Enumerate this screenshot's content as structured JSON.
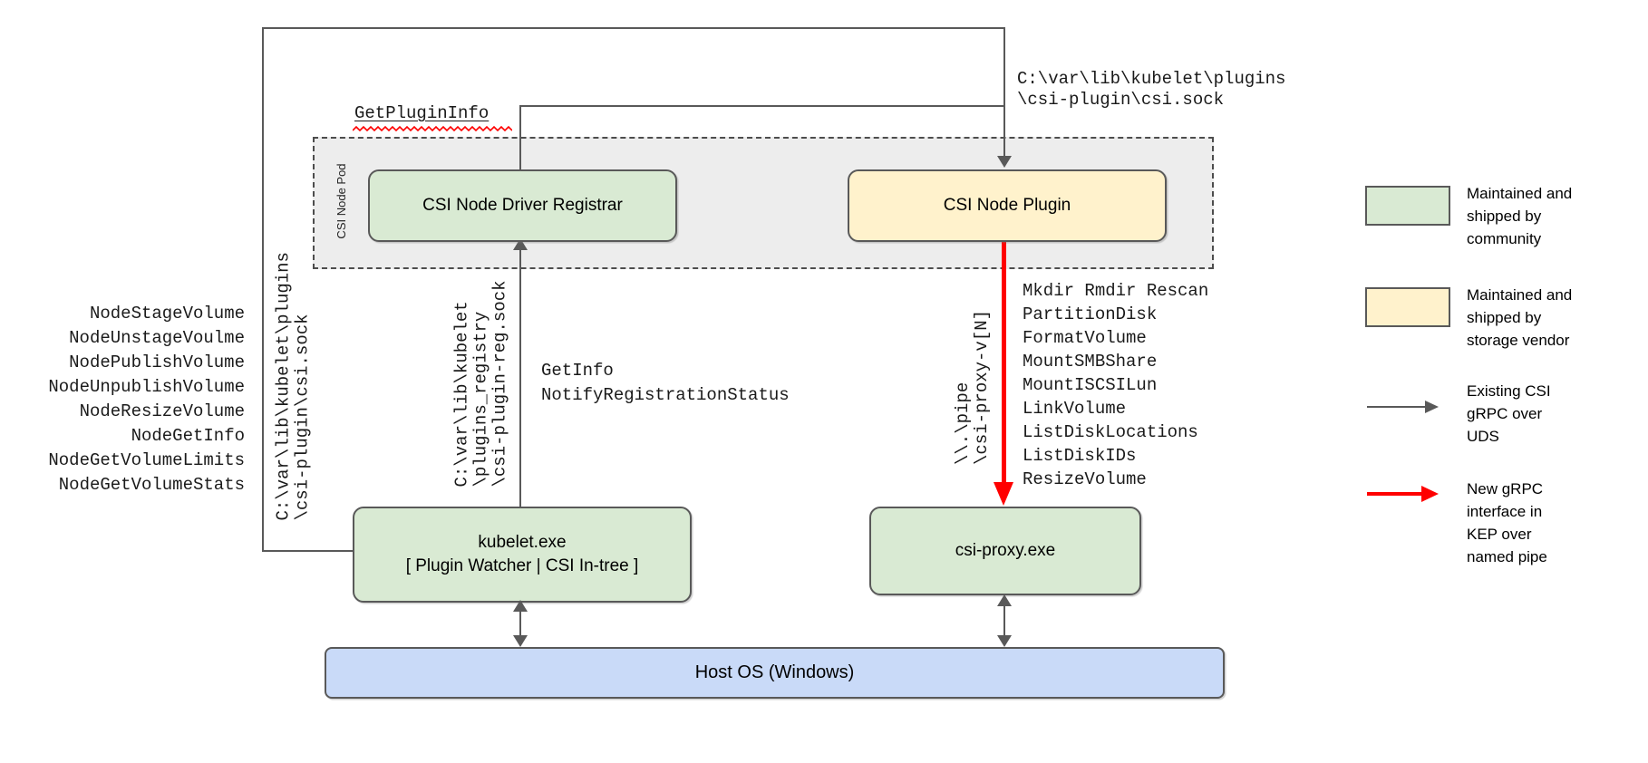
{
  "pod": {
    "label": "CSI Node Pod"
  },
  "boxes": {
    "registrar": {
      "label": "CSI Node Driver Registrar"
    },
    "plugin": {
      "label": "CSI Node Plugin"
    },
    "kubelet": {
      "line1": "kubelet.exe",
      "line2": "[ Plugin Watcher | CSI In-tree ]"
    },
    "csi_proxy": {
      "label": "csi-proxy.exe"
    },
    "host_os": {
      "label": "Host OS (Windows)"
    }
  },
  "labels": {
    "get_plugin_info": "GetPluginInfo",
    "uds_sock_top": [
      "C:\\var\\lib\\kubelet\\plugins",
      "\\csi-plugin\\csi.sock"
    ],
    "uds_sock_vertical": [
      "C:\\var\\lib\\kubelet\\plugins",
      "\\csi-plugin\\csi.sock"
    ],
    "registration_sock": [
      "C:\\var\\lib\\kubelet",
      "\\plugins_registry",
      "\\csi-plugin-reg.sock"
    ],
    "registration_calls": [
      "GetInfo",
      "NotifyRegistrationStatus"
    ],
    "named_pipe": [
      "\\\\.\\pipe",
      "\\csi-proxy-v[N]"
    ]
  },
  "lists": {
    "node_api": [
      "NodeStageVolume",
      "NodeUnstageVoulme",
      "NodePublishVolume",
      "NodeUnpublishVolume",
      "NodeResizeVolume",
      "NodeGetInfo",
      "NodeGetVolumeLimits",
      "NodeGetVolumeStats"
    ],
    "proxy_api": [
      "Mkdir Rmdir Rescan",
      "PartitionDisk",
      "FormatVolume",
      "MountSMBShare",
      "MountISCSILun",
      "LinkVolume",
      "ListDiskLocations",
      "ListDiskIDs",
      "ResizeVolume"
    ]
  },
  "legend": {
    "community": {
      "lines": [
        "Maintained and",
        "shipped by",
        "community"
      ]
    },
    "vendor": {
      "lines": [
        "Maintained and",
        "shipped by",
        "storage vendor"
      ]
    },
    "uds": {
      "lines": [
        "Existing CSI",
        "gRPC over",
        "UDS"
      ]
    },
    "pipe": {
      "lines": [
        "New gRPC",
        "interface in",
        "KEP over",
        "named pipe"
      ]
    }
  },
  "colors": {
    "community_green": "#d9ead3",
    "vendor_yellow": "#fff2cc",
    "host_blue": "#c9daf8",
    "pod_gray": "#ededed",
    "line_gray": "#595959",
    "arrow_red": "#ff0000"
  }
}
